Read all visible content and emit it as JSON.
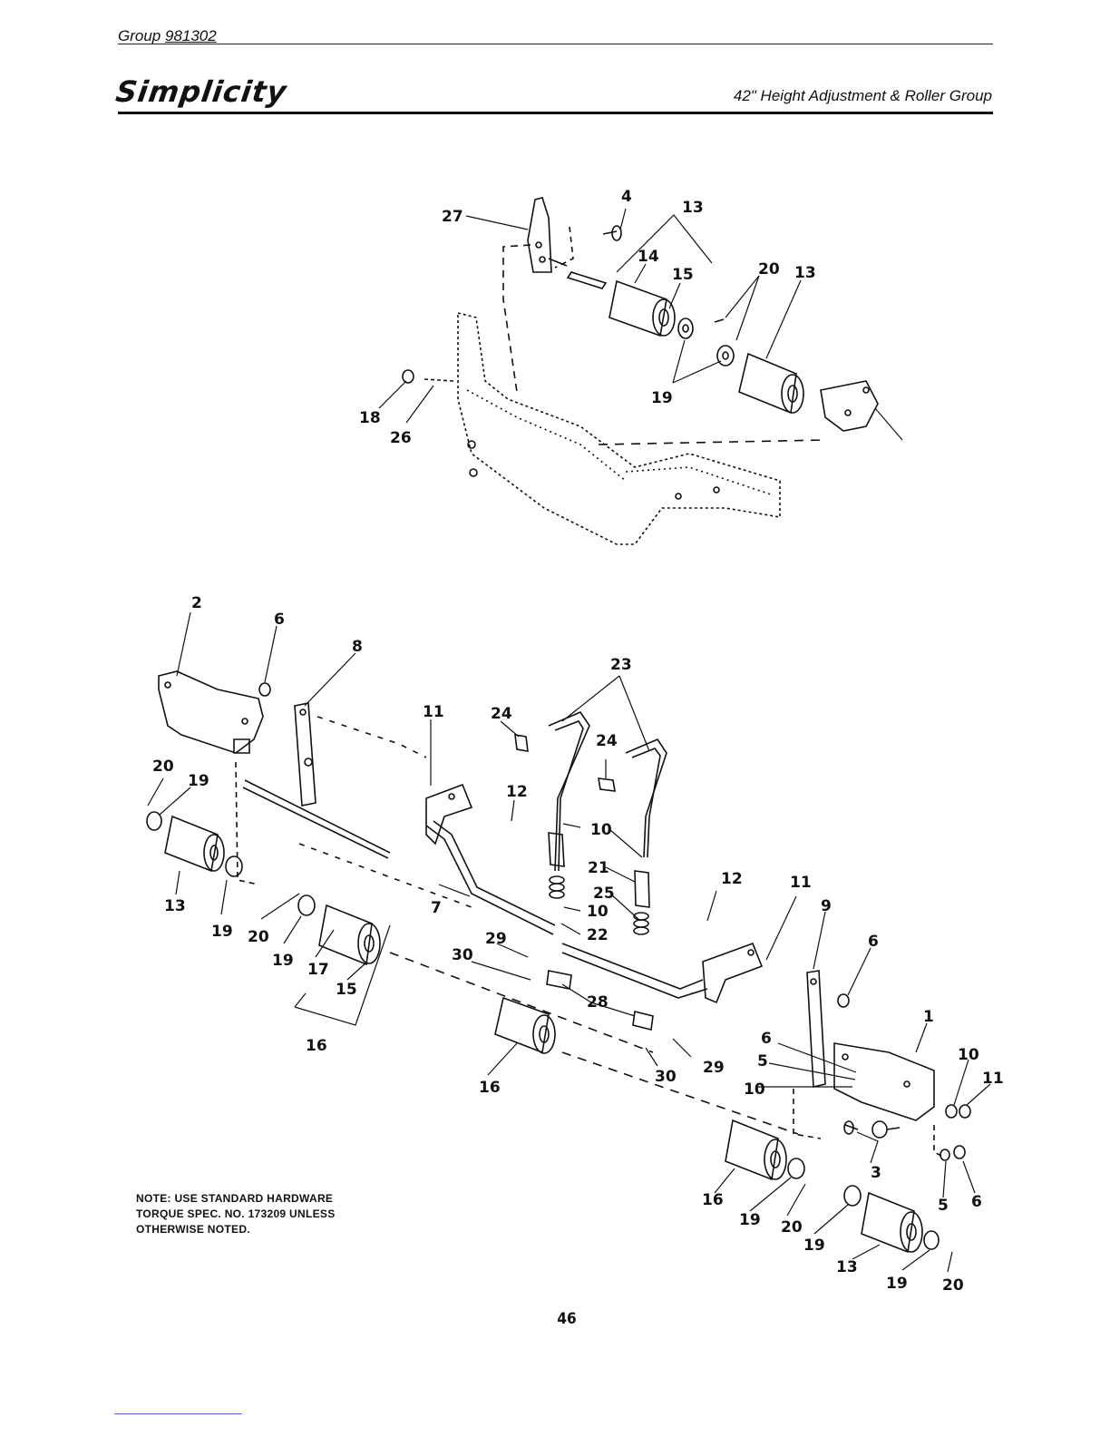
{
  "header": {
    "group_label": "Group",
    "group_number": "981302",
    "brand": "Simplicity",
    "subtitle": "42\" Height Adjustment & Roller Group"
  },
  "note": {
    "line1": "NOTE: USE STANDARD HARDWARE",
    "line2": "TORQUE SPEC. NO. 173209 UNLESS",
    "line3": "OTHERWISE NOTED."
  },
  "page_number": "46",
  "callouts": [
    {
      "id": "c-27",
      "text": "27"
    },
    {
      "id": "c-4",
      "text": "4"
    },
    {
      "id": "c-13a",
      "text": "13"
    },
    {
      "id": "c-14",
      "text": "14"
    },
    {
      "id": "c-15a",
      "text": "15"
    },
    {
      "id": "c-20a",
      "text": "20"
    },
    {
      "id": "c-13b",
      "text": "13"
    },
    {
      "id": "c-19a",
      "text": "19"
    },
    {
      "id": "c-18",
      "text": "18"
    },
    {
      "id": "c-26",
      "text": "26"
    },
    {
      "id": "c-2",
      "text": "2"
    },
    {
      "id": "c-6a",
      "text": "6"
    },
    {
      "id": "c-8",
      "text": "8"
    },
    {
      "id": "c-11a",
      "text": "11"
    },
    {
      "id": "c-24a",
      "text": "24"
    },
    {
      "id": "c-23",
      "text": "23"
    },
    {
      "id": "c-24b",
      "text": "24"
    },
    {
      "id": "c-20b",
      "text": "20"
    },
    {
      "id": "c-19b",
      "text": "19"
    },
    {
      "id": "c-12a",
      "text": "12"
    },
    {
      "id": "c-10a",
      "text": "10"
    },
    {
      "id": "c-21",
      "text": "21"
    },
    {
      "id": "c-25",
      "text": "25"
    },
    {
      "id": "c-10b",
      "text": "10"
    },
    {
      "id": "c-22",
      "text": "22"
    },
    {
      "id": "c-13c",
      "text": "13"
    },
    {
      "id": "c-19c",
      "text": "19"
    },
    {
      "id": "c-20c",
      "text": "20"
    },
    {
      "id": "c-7",
      "text": "7"
    },
    {
      "id": "c-12b",
      "text": "12"
    },
    {
      "id": "c-11b",
      "text": "11"
    },
    {
      "id": "c-9",
      "text": "9"
    },
    {
      "id": "c-19d",
      "text": "19"
    },
    {
      "id": "c-17",
      "text": "17"
    },
    {
      "id": "c-15b",
      "text": "15"
    },
    {
      "id": "c-29a",
      "text": "29"
    },
    {
      "id": "c-30a",
      "text": "30"
    },
    {
      "id": "c-28",
      "text": "28"
    },
    {
      "id": "c-6b",
      "text": "6"
    },
    {
      "id": "c-1",
      "text": "1"
    },
    {
      "id": "c-16a",
      "text": "16"
    },
    {
      "id": "c-16b",
      "text": "16"
    },
    {
      "id": "c-30b",
      "text": "30"
    },
    {
      "id": "c-29b",
      "text": "29"
    },
    {
      "id": "c-6c",
      "text": "6"
    },
    {
      "id": "c-5a",
      "text": "5"
    },
    {
      "id": "c-10c",
      "text": "10"
    },
    {
      "id": "c-10d",
      "text": "10"
    },
    {
      "id": "c-11c",
      "text": "11"
    },
    {
      "id": "c-3",
      "text": "3"
    },
    {
      "id": "c-16c",
      "text": "16"
    },
    {
      "id": "c-19e",
      "text": "19"
    },
    {
      "id": "c-20d",
      "text": "20"
    },
    {
      "id": "c-5b",
      "text": "5"
    },
    {
      "id": "c-6d",
      "text": "6"
    },
    {
      "id": "c-19f",
      "text": "19"
    },
    {
      "id": "c-13d",
      "text": "13"
    },
    {
      "id": "c-19g",
      "text": "19"
    },
    {
      "id": "c-20e",
      "text": "20"
    }
  ]
}
